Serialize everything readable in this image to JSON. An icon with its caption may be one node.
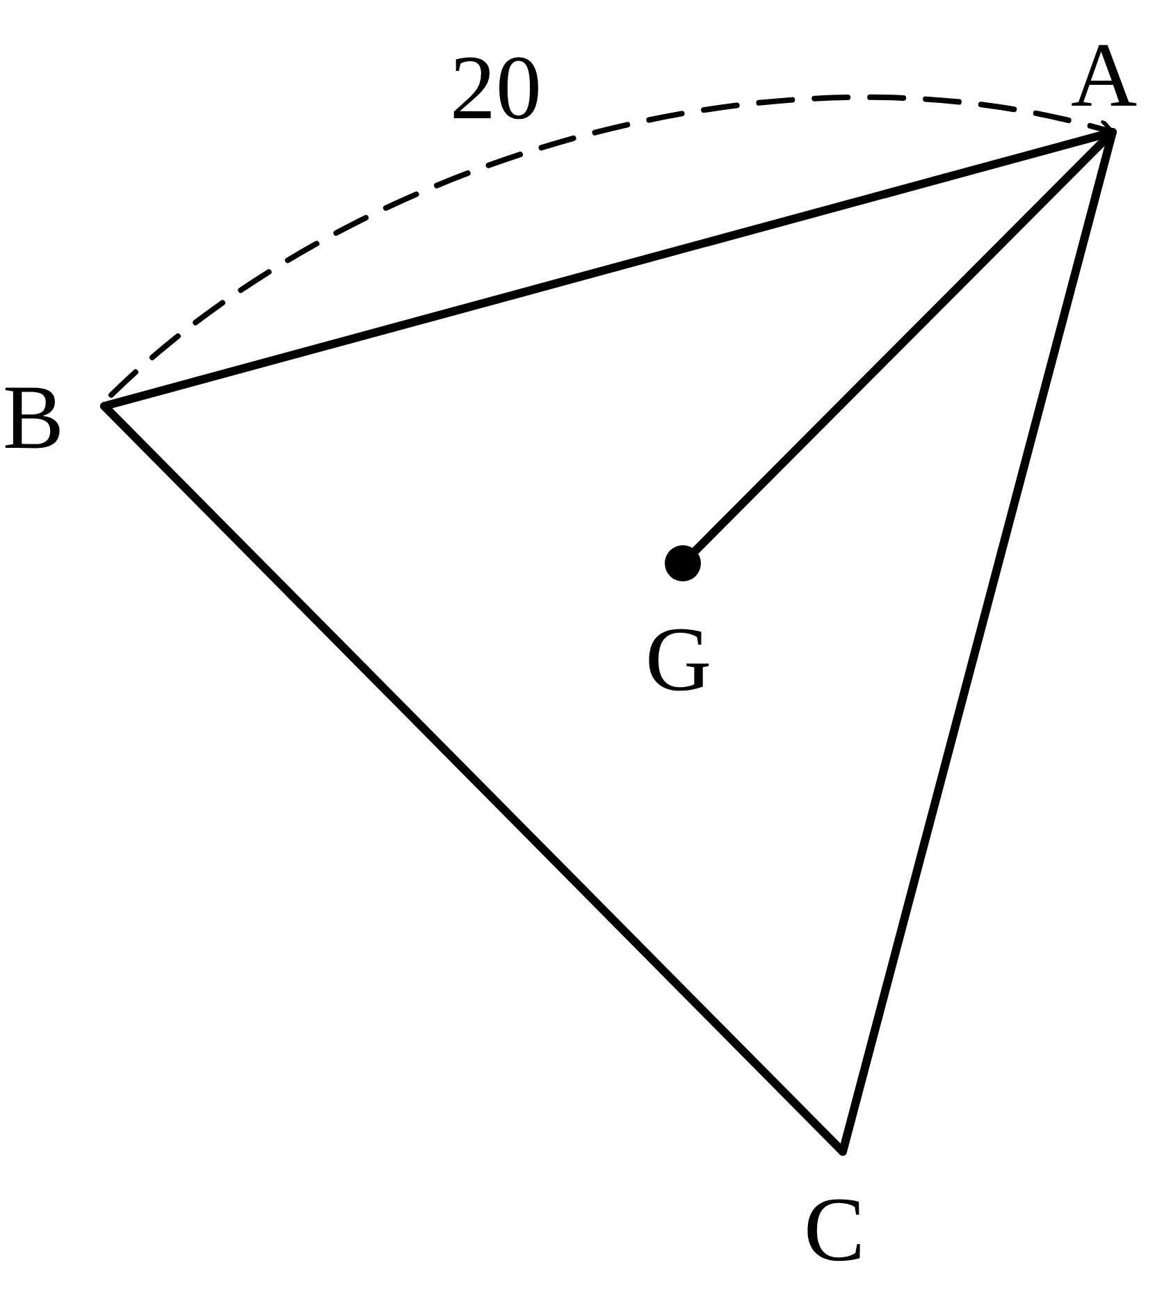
{
  "diagram": {
    "nodes": [
      {
        "text": [
          "A"
        ]
      },
      {
        "text": [
          "B"
        ]
      },
      {
        "text": [
          "C"
        ]
      },
      {
        "text": [
          "G"
        ]
      }
    ],
    "edges": [
      {
        "from": 1,
        "to": 0,
        "arrow": "none"
      },
      {
        "from": 1,
        "to": 2,
        "arrow": "none"
      },
      {
        "from": 2,
        "to": 0,
        "arrow": "none"
      },
      {
        "from": 3,
        "to": 0,
        "arrow": "none"
      },
      {
        "from": 1,
        "to": 0,
        "arrow": "to",
        "style": "dashed",
        "label": "20"
      }
    ]
  }
}
